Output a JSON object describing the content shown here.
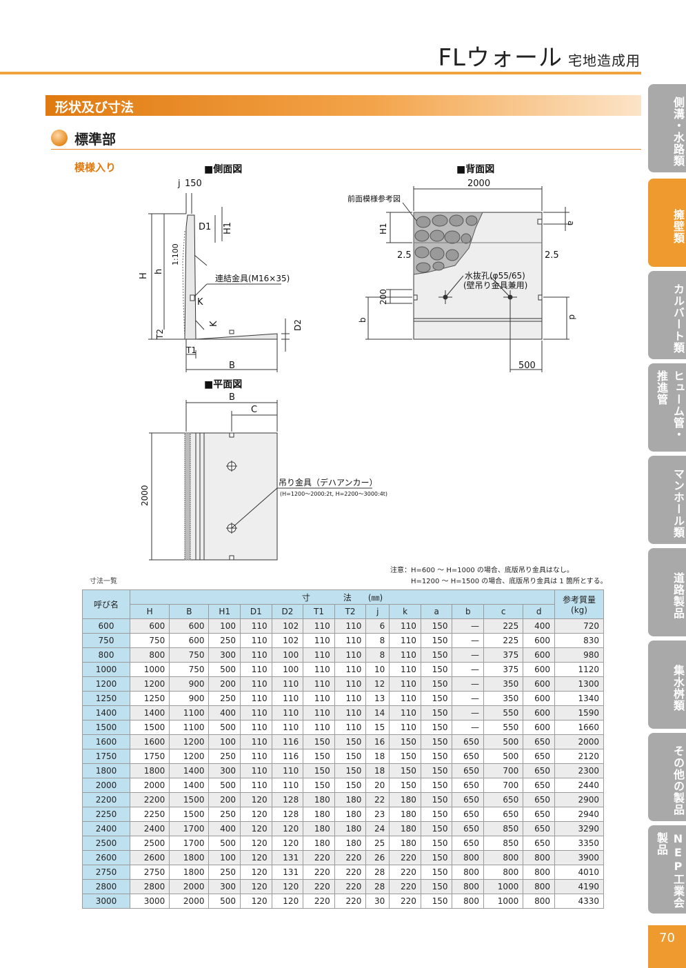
{
  "header": {
    "title": "FLウォール",
    "subtitle": "宅地造成用"
  },
  "section": {
    "title": "形状及び寸法"
  },
  "subsection": {
    "title": "標準部"
  },
  "variant_label": "模様入り",
  "figures": {
    "side": {
      "title": "■側面図",
      "j": "j",
      "dim150": "150",
      "D1": "D1",
      "H1": "H1",
      "H": "H",
      "h": "h",
      "slope": "1:100",
      "connector": "連結金具(M16×35)",
      "K1": "K",
      "K2": "K",
      "T2": "T2",
      "D2": "D2",
      "T1": "T1",
      "B": "B"
    },
    "back": {
      "title": "■背面図",
      "w2000": "2000",
      "pattern_ref": "前面模様参考図",
      "a": "a",
      "H1": "H1",
      "s1": "2.5",
      "s2": "2.5",
      "drain": "水抜孔(φ55/65)",
      "drain2": "(壁吊り金具兼用)",
      "d200": "200",
      "b": "b",
      "d": "d",
      "d500": "500"
    },
    "plan": {
      "title": "■平面図",
      "B": "B",
      "C": "C",
      "h2000": "2000",
      "lifting": "吊り金具（デハアンカー）",
      "lifting_note": "(H=1200～2000:2t, H=2200～3000:4t)"
    }
  },
  "notes": {
    "line1": "注意：H=600 ～ H=1000 の場合、底版吊り金具はなし。",
    "line2": "H=1200 ～ H=1500 の場合、底版吊り金具は 1 箇所とする。"
  },
  "table": {
    "caption": "寸法一覧",
    "name_header": "呼び名",
    "dim_header": "寸　　　　法　　(㎜)",
    "mass_header": "参考質量",
    "mass_unit": "(kg)",
    "cols": [
      "H",
      "B",
      "H1",
      "D1",
      "D2",
      "T1",
      "T2",
      "j",
      "k",
      "a",
      "b",
      "c",
      "d"
    ],
    "rows": [
      [
        "600",
        "600",
        "600",
        "100",
        "110",
        "102",
        "110",
        "110",
        "6",
        "110",
        "150",
        "—",
        "225",
        "400",
        "720"
      ],
      [
        "750",
        "750",
        "600",
        "250",
        "110",
        "102",
        "110",
        "110",
        "8",
        "110",
        "150",
        "—",
        "225",
        "600",
        "830"
      ],
      [
        "800",
        "800",
        "750",
        "300",
        "110",
        "100",
        "110",
        "110",
        "8",
        "110",
        "150",
        "—",
        "375",
        "600",
        "980"
      ],
      [
        "1000",
        "1000",
        "750",
        "500",
        "110",
        "100",
        "110",
        "110",
        "10",
        "110",
        "150",
        "—",
        "375",
        "600",
        "1120"
      ],
      [
        "1200",
        "1200",
        "900",
        "200",
        "110",
        "110",
        "110",
        "110",
        "12",
        "110",
        "150",
        "—",
        "350",
        "600",
        "1300"
      ],
      [
        "1250",
        "1250",
        "900",
        "250",
        "110",
        "110",
        "110",
        "110",
        "13",
        "110",
        "150",
        "—",
        "350",
        "600",
        "1340"
      ],
      [
        "1400",
        "1400",
        "1100",
        "400",
        "110",
        "110",
        "110",
        "110",
        "14",
        "110",
        "150",
        "—",
        "550",
        "600",
        "1590"
      ],
      [
        "1500",
        "1500",
        "1100",
        "500",
        "110",
        "110",
        "110",
        "110",
        "15",
        "110",
        "150",
        "—",
        "550",
        "600",
        "1660"
      ],
      [
        "1600",
        "1600",
        "1200",
        "100",
        "110",
        "116",
        "150",
        "150",
        "16",
        "150",
        "150",
        "650",
        "500",
        "650",
        "2000"
      ],
      [
        "1750",
        "1750",
        "1200",
        "250",
        "110",
        "116",
        "150",
        "150",
        "18",
        "150",
        "150",
        "650",
        "500",
        "650",
        "2120"
      ],
      [
        "1800",
        "1800",
        "1400",
        "300",
        "110",
        "110",
        "150",
        "150",
        "18",
        "150",
        "150",
        "650",
        "700",
        "650",
        "2300"
      ],
      [
        "2000",
        "2000",
        "1400",
        "500",
        "110",
        "110",
        "150",
        "150",
        "20",
        "150",
        "150",
        "650",
        "700",
        "650",
        "2440"
      ],
      [
        "2200",
        "2200",
        "1500",
        "200",
        "120",
        "128",
        "180",
        "180",
        "22",
        "180",
        "150",
        "650",
        "650",
        "650",
        "2900"
      ],
      [
        "2250",
        "2250",
        "1500",
        "250",
        "120",
        "128",
        "180",
        "180",
        "23",
        "180",
        "150",
        "650",
        "650",
        "650",
        "2940"
      ],
      [
        "2400",
        "2400",
        "1700",
        "400",
        "120",
        "120",
        "180",
        "180",
        "24",
        "180",
        "150",
        "650",
        "850",
        "650",
        "3290"
      ],
      [
        "2500",
        "2500",
        "1700",
        "500",
        "120",
        "120",
        "180",
        "180",
        "25",
        "180",
        "150",
        "650",
        "850",
        "650",
        "3350"
      ],
      [
        "2600",
        "2600",
        "1800",
        "100",
        "120",
        "131",
        "220",
        "220",
        "26",
        "220",
        "150",
        "800",
        "800",
        "800",
        "3900"
      ],
      [
        "2750",
        "2750",
        "1800",
        "250",
        "120",
        "131",
        "220",
        "220",
        "28",
        "220",
        "150",
        "800",
        "800",
        "800",
        "4010"
      ],
      [
        "2800",
        "2800",
        "2000",
        "300",
        "120",
        "120",
        "220",
        "220",
        "28",
        "220",
        "150",
        "800",
        "1000",
        "800",
        "4190"
      ],
      [
        "3000",
        "3000",
        "2000",
        "500",
        "120",
        "120",
        "220",
        "220",
        "30",
        "220",
        "150",
        "800",
        "1000",
        "800",
        "4330"
      ]
    ]
  },
  "side_tabs": [
    {
      "label": "側溝・水路類",
      "active": false
    },
    {
      "label": "擁壁類",
      "active": true
    },
    {
      "label": "カルバート類",
      "active": false
    },
    {
      "label": "ヒューム管・推進管",
      "active": false
    },
    {
      "label": "マンホール類",
      "active": false
    },
    {
      "label": "道路製品",
      "active": false
    },
    {
      "label": "集水桝類",
      "active": false
    },
    {
      "label": "その他の製品",
      "active": false
    },
    {
      "label": "NEP工業会製品",
      "active": false
    }
  ],
  "page_number": "70",
  "colors": {
    "accent": "#ef9a2e",
    "tab_gray": "#a9a9a9",
    "table_header": "#bfe0ef"
  }
}
